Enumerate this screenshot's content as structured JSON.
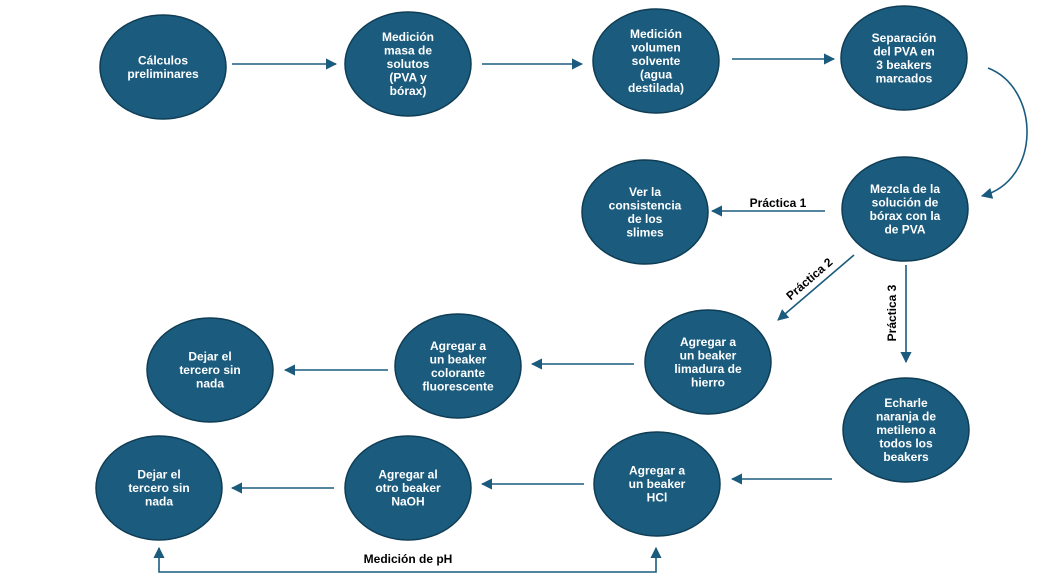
{
  "colors": {
    "node_fill": "#1b5c7e",
    "node_stroke": "#0f3d55",
    "arrow": "#1b5c7e",
    "text": "#ffffff",
    "label_text": "#000000"
  },
  "nodes": [
    {
      "id": "n1",
      "lines": [
        "Cálculos",
        "preliminares"
      ]
    },
    {
      "id": "n2",
      "lines": [
        "Medición",
        "masa de",
        "solutos",
        "(PVA y",
        "bórax)"
      ]
    },
    {
      "id": "n3",
      "lines": [
        "Medición",
        "volumen",
        "solvente",
        "(agua",
        "destilada)"
      ]
    },
    {
      "id": "n4",
      "lines": [
        "Separación",
        "del PVA en",
        "3 beakers",
        "marcados"
      ]
    },
    {
      "id": "n5",
      "lines": [
        "Mezcla de la",
        "solución de",
        "bórax con la",
        "de PVA"
      ]
    },
    {
      "id": "n6",
      "lines": [
        "Ver la",
        "consistencia",
        "de los",
        "slimes"
      ]
    },
    {
      "id": "n7",
      "lines": [
        "Agregar a",
        "un beaker",
        "limadura de",
        "hierro"
      ]
    },
    {
      "id": "n8",
      "lines": [
        "Agregar a",
        "un beaker",
        "colorante",
        "fluorescente"
      ]
    },
    {
      "id": "n9",
      "lines": [
        "Dejar el",
        "tercero sin",
        "nada"
      ]
    },
    {
      "id": "n10",
      "lines": [
        "Echarle",
        "naranja de",
        "metileno a",
        "todos los",
        "beakers"
      ]
    },
    {
      "id": "n11",
      "lines": [
        "Agregar a",
        "un beaker",
        "HCl"
      ]
    },
    {
      "id": "n12",
      "lines": [
        "Agregar al",
        "otro beaker",
        "NaOH"
      ]
    },
    {
      "id": "n13",
      "lines": [
        "Dejar el",
        "tercero sin",
        "nada"
      ]
    }
  ],
  "edge_labels": {
    "practica1": "Práctica 1",
    "practica2": "Práctica 2",
    "practica3": "Práctica 3",
    "medicion_ph": "Medición de pH"
  }
}
